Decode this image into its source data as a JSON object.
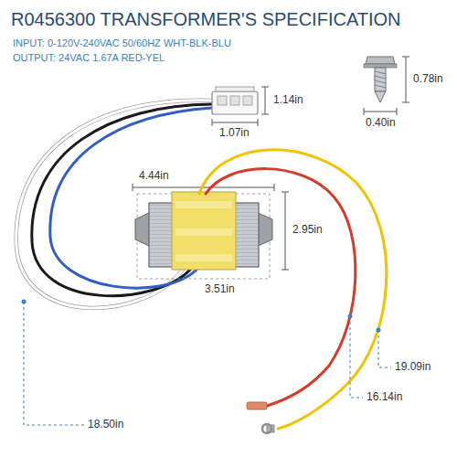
{
  "diagram": {
    "title": "R0456300 TRANSFORMER'S SPECIFICATION",
    "labels": [
      "INPUT: 0-120V-240VAC 50/60HZ WHT-BLK-BLU",
      "OUTPUT: 24VAC 1.67A RED-YEL",
      "1.14in",
      "1.07in",
      "0.78in",
      "0.40in",
      "4.44in",
      "2.95in",
      "3.51in",
      "19.09in",
      "16.14in",
      "18.50in"
    ]
  }
}
